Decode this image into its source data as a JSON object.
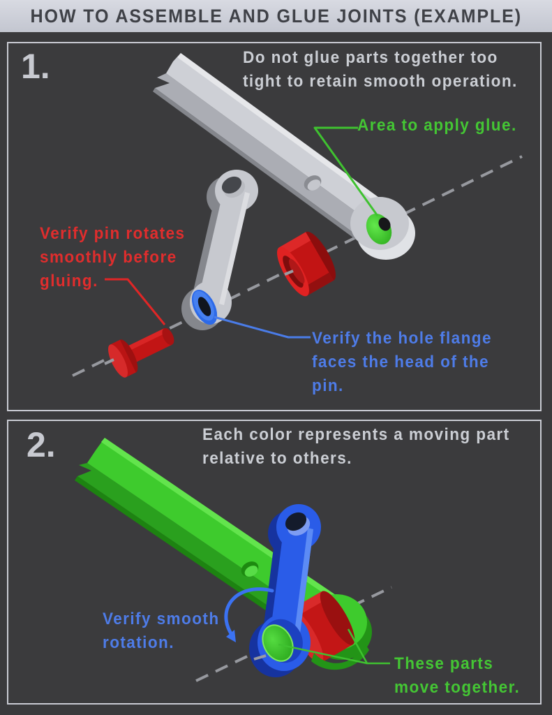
{
  "title": "HOW TO ASSEMBLE AND GLUE JOINTS (EXAMPLE)",
  "panels": [
    {
      "step": "1.",
      "note": "Do not glue parts together too\ntight to retain smooth operation.",
      "labels": {
        "glue": "Area to apply glue.",
        "pin": "Verify pin rotates\nsmoothly before\ngluing.",
        "flange": "Verify the hole flange\nfaces the head of the\npin."
      }
    },
    {
      "step": "2.",
      "note": "Each color represents a moving part\nrelative to others.",
      "labels": {
        "rotation": "Verify smooth\nrotation.",
        "together": "These parts\nmove together."
      }
    }
  ],
  "colors": {
    "background": "#3a3a3c",
    "titlebar_bg": "#c6c9d3",
    "panel_border": "#c9cbd3",
    "text_light": "#cbced4",
    "annotation_green": "#44c634",
    "annotation_red": "#e02d2d",
    "annotation_blue": "#4e7ce8",
    "part_gray": "#ced0d6",
    "part_red": "#c21414",
    "part_green": "#3ecb2d",
    "part_blue": "#2a5ce8",
    "axis_dash": "#97999f"
  }
}
